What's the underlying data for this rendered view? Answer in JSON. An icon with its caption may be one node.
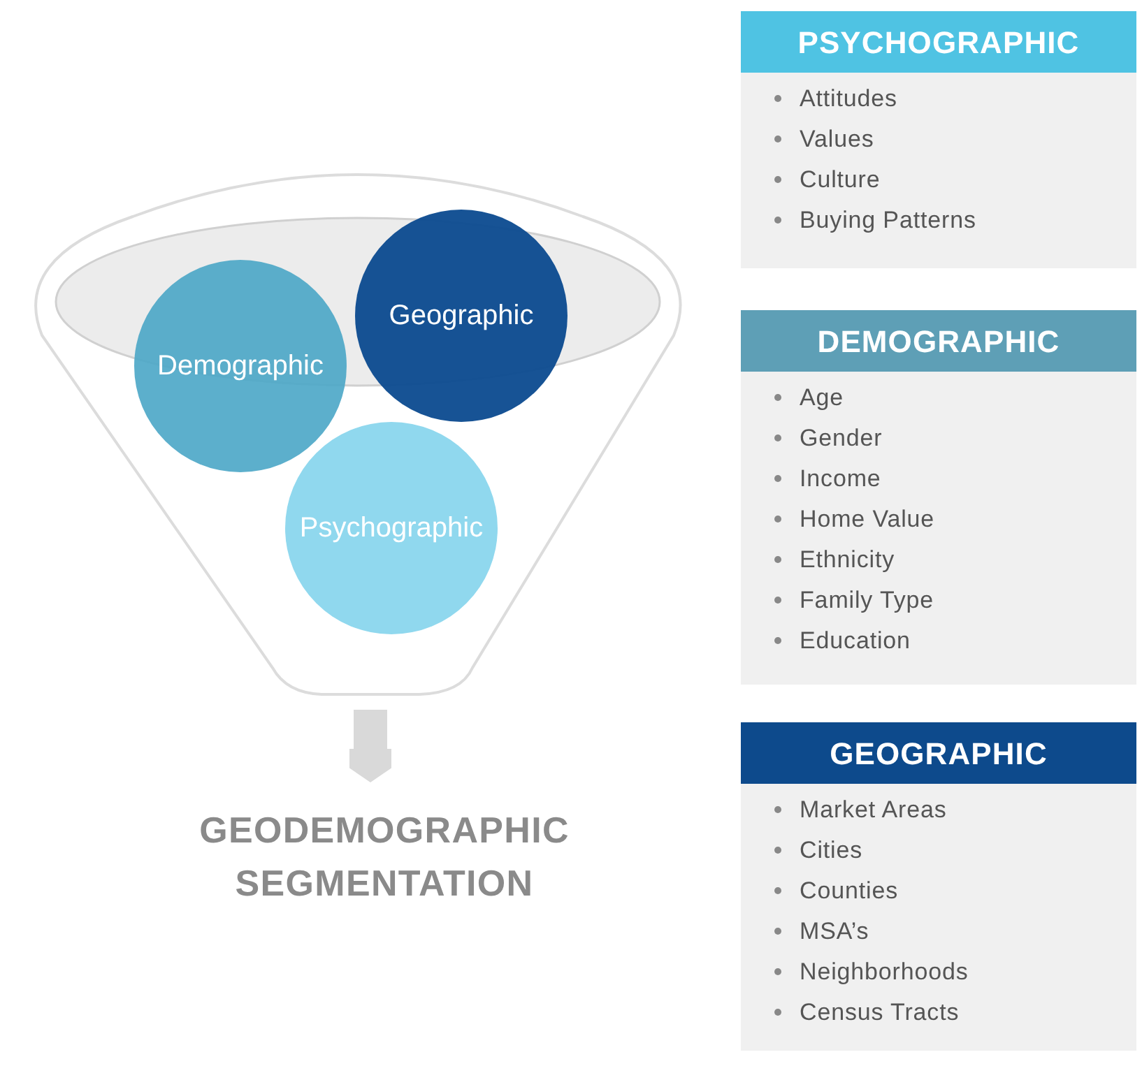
{
  "diagram": {
    "nodes": [
      {
        "text": [],
        "shape": "funnel"
      },
      {
        "text": [
          "Geographic"
        ],
        "in": 0
      },
      {
        "text": [
          "Demographic"
        ],
        "in": 0
      },
      {
        "text": [
          "Psychographic"
        ],
        "in": 0
      },
      {
        "text": [
          "GEODEMOGRAPHIC SEGMENTATION"
        ]
      },
      {
        "text": [
          "PSYCHOGRAPHIC",
          "Attitudes",
          "Values",
          "Culture",
          "Buying Patterns"
        ]
      },
      {
        "text": [
          "DEMOGRAPHIC",
          "Age",
          "Gender",
          "Income",
          "Home Value",
          "Ethnicity",
          "Family Type",
          "Education"
        ]
      },
      {
        "text": [
          "GEOGRAPHIC",
          "Market Areas",
          "Cities",
          "Counties",
          "MSA’s",
          "Neighborhoods",
          "Census Tracts"
        ]
      }
    ],
    "edges": [
      {
        "from": 0,
        "to": 4,
        "arrow": "to"
      }
    ]
  }
}
